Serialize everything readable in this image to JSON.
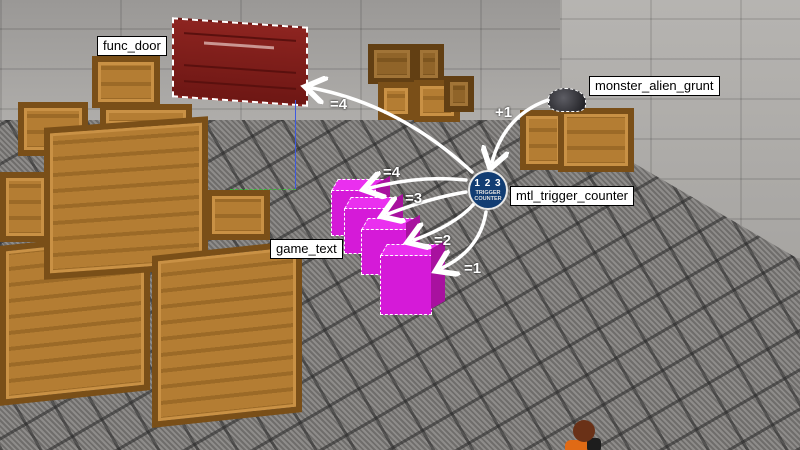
{
  "scene": {
    "description": "Level editor viewport showing entity I/O connections",
    "labels": {
      "func_door": "func_door",
      "monster": "monster_alien_grunt",
      "counter": "mtl_trigger_counter",
      "game_text": "game_text"
    },
    "counter_icon": {
      "digits": "1 2 3",
      "line1": "TRIGGER",
      "line2": "COUNTER",
      "color": "#123d73"
    },
    "arrows": [
      {
        "from": "monster_alien_grunt",
        "to": "mtl_trigger_counter",
        "label": "+1"
      },
      {
        "from": "mtl_trigger_counter",
        "to": "func_door",
        "label": "=4"
      },
      {
        "from": "mtl_trigger_counter",
        "to": "game_text_4",
        "label": "=4"
      },
      {
        "from": "mtl_trigger_counter",
        "to": "game_text_3",
        "label": "=3"
      },
      {
        "from": "mtl_trigger_counter",
        "to": "game_text_2",
        "label": "=2"
      },
      {
        "from": "mtl_trigger_counter",
        "to": "game_text_1",
        "label": "=1"
      }
    ],
    "colors": {
      "game_text_cube": "#d51ad8",
      "door": "#8d2420",
      "arrow": "#ffffff"
    }
  }
}
